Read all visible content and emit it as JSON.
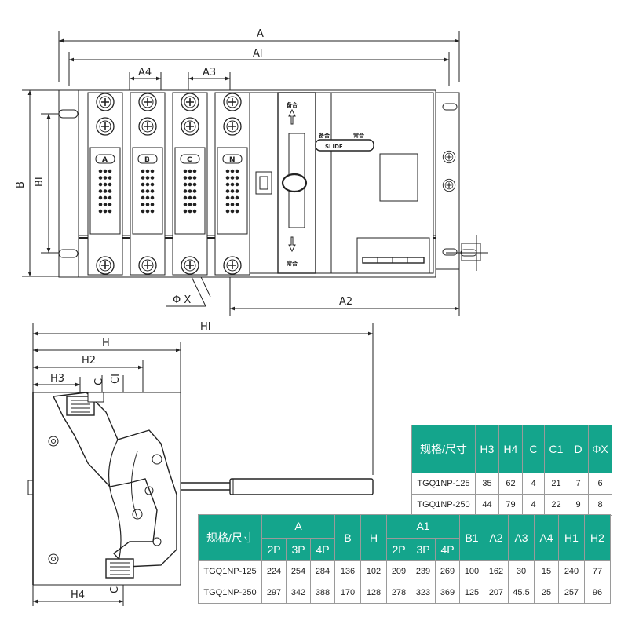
{
  "top_view": {
    "dims": {
      "A": "A",
      "A1": "Al",
      "A2": "A2",
      "A3": "A3",
      "A4": "A4",
      "B": "B",
      "B1": "BI",
      "PhiX": "Φ X"
    },
    "poles": [
      "A",
      "B",
      "C",
      "N"
    ],
    "handle_up_label": "备合",
    "handle_down_label": "常合",
    "slide_small_left": "备合",
    "slide_small_right": "常合",
    "slide_label": "SLIDE"
  },
  "side_view": {
    "dims": {
      "H1": "HI",
      "H": "H",
      "H2": "H2",
      "H3": "H3",
      "H4": "H4",
      "C": "C",
      "C1": "CI"
    }
  },
  "table_small": {
    "headers": [
      "规格/尺寸",
      "H3",
      "H4",
      "C",
      "C1",
      "D",
      "ΦX"
    ],
    "rows": [
      [
        "TGQ1NP-125",
        "35",
        "62",
        "4",
        "21",
        "7",
        "6"
      ],
      [
        "TGQ1NP-250",
        "44",
        "79",
        "4",
        "22",
        "9",
        "8"
      ]
    ]
  },
  "table_large": {
    "header_corner": "规格/尺寸",
    "group_A": "A",
    "group_A1": "A1",
    "sub": [
      "2P",
      "3P",
      "4P"
    ],
    "singles_mid": [
      "B",
      "H"
    ],
    "singles_end": [
      "B1",
      "A2",
      "A3",
      "A4",
      "H1",
      "H2"
    ],
    "rows": [
      [
        "TGQ1NP-125",
        "224",
        "254",
        "284",
        "136",
        "102",
        "209",
        "239",
        "269",
        "100",
        "162",
        "30",
        "15",
        "240",
        "77"
      ],
      [
        "TGQ1NP-250",
        "297",
        "342",
        "388",
        "170",
        "128",
        "278",
        "323",
        "369",
        "125",
        "207",
        "45.5",
        "25",
        "257",
        "96"
      ]
    ]
  },
  "colors": {
    "header": "#14a58c",
    "line": "#222222"
  }
}
